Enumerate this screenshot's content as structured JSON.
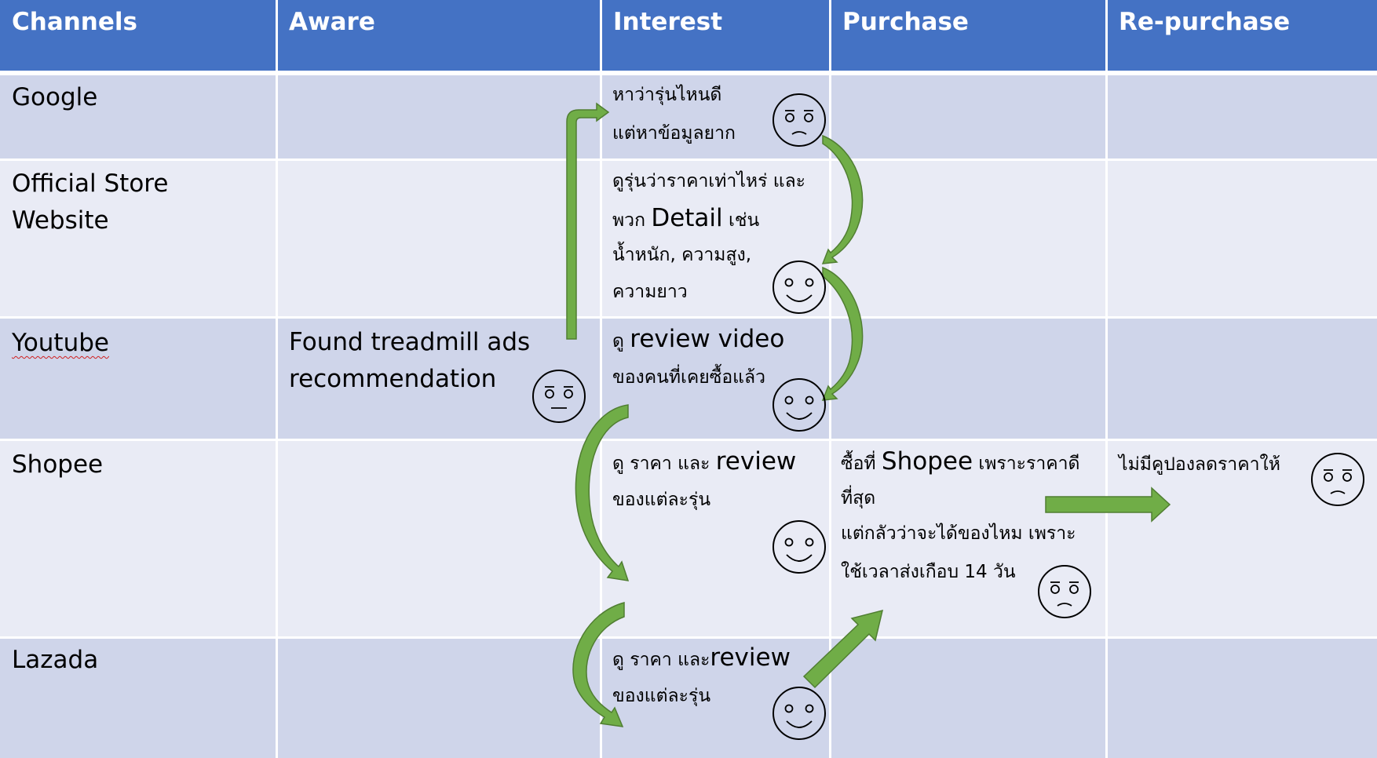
{
  "header": {
    "channels": "Channels",
    "aware": "Aware",
    "interest": "Interest",
    "purchase": "Purchase",
    "repurchase": "Re-purchase"
  },
  "rows": {
    "google": "Google",
    "official_line1": "Official Store",
    "official_line2": "Website",
    "youtube": "Youtube",
    "shopee": "Shopee",
    "lazada": "Lazada"
  },
  "cells": {
    "youtube_aware_line1": "Found treadmill ads",
    "youtube_aware_line2": "recommendation",
    "google_interest_line1": "หาว่ารุ่นไหนดี",
    "google_interest_line2": "แต่หาข้อมูลยาก",
    "official_interest_line1": "ดูรุ่นว่าราคาเท่าไหร่ และ",
    "official_interest_line2a": "พวก ",
    "official_interest_line2b": "Detail",
    "official_interest_line2c": " เช่น",
    "official_interest_line3": "น้ำหนัก, ความสูง,",
    "official_interest_line4": "ความยาว",
    "youtube_interest_line1a": "ดู ",
    "youtube_interest_line1b": "review video",
    "youtube_interest_line2": "ของคนที่เคยซื้อแล้ว",
    "shopee_interest_line1a": "ดู ราคา และ ",
    "shopee_interest_line1b": "review",
    "shopee_interest_line2": "ของแต่ละรุ่น",
    "shopee_purchase_line1a": "ซื้อที่ ",
    "shopee_purchase_line1b": "Shopee",
    "shopee_purchase_line1c": " เพราะราคาดี",
    "shopee_purchase_line2": "ที่สุด",
    "shopee_purchase_line3": "แต่กลัวว่าจะได้ของไหม เพราะ",
    "shopee_purchase_line4": "ใช้เวลาส่งเกือบ 14 วัน",
    "shopee_repurchase_line1": "ไม่มีคูปองลดราคาให้",
    "lazada_interest_line1a": "ดู ราคา และ",
    "lazada_interest_line1b": "review",
    "lazada_interest_line2": "ของแต่ละรุ่น"
  },
  "faces": {
    "google_interest": "worried-face-icon",
    "official_interest": "smiley-face-icon",
    "youtube_aware": "neutral-face-icon",
    "youtube_interest": "smiley-face-icon",
    "shopee_interest": "smiley-face-icon",
    "shopee_purchase": "worried-face-icon",
    "shopee_repurchase": "worried-face-icon",
    "lazada_interest": "smiley-face-icon"
  },
  "colors": {
    "header_bg": "#4472c4",
    "row_dark": "#cfd5ea",
    "row_light": "#e9ebf5",
    "arrow_green": "#70ad47"
  }
}
